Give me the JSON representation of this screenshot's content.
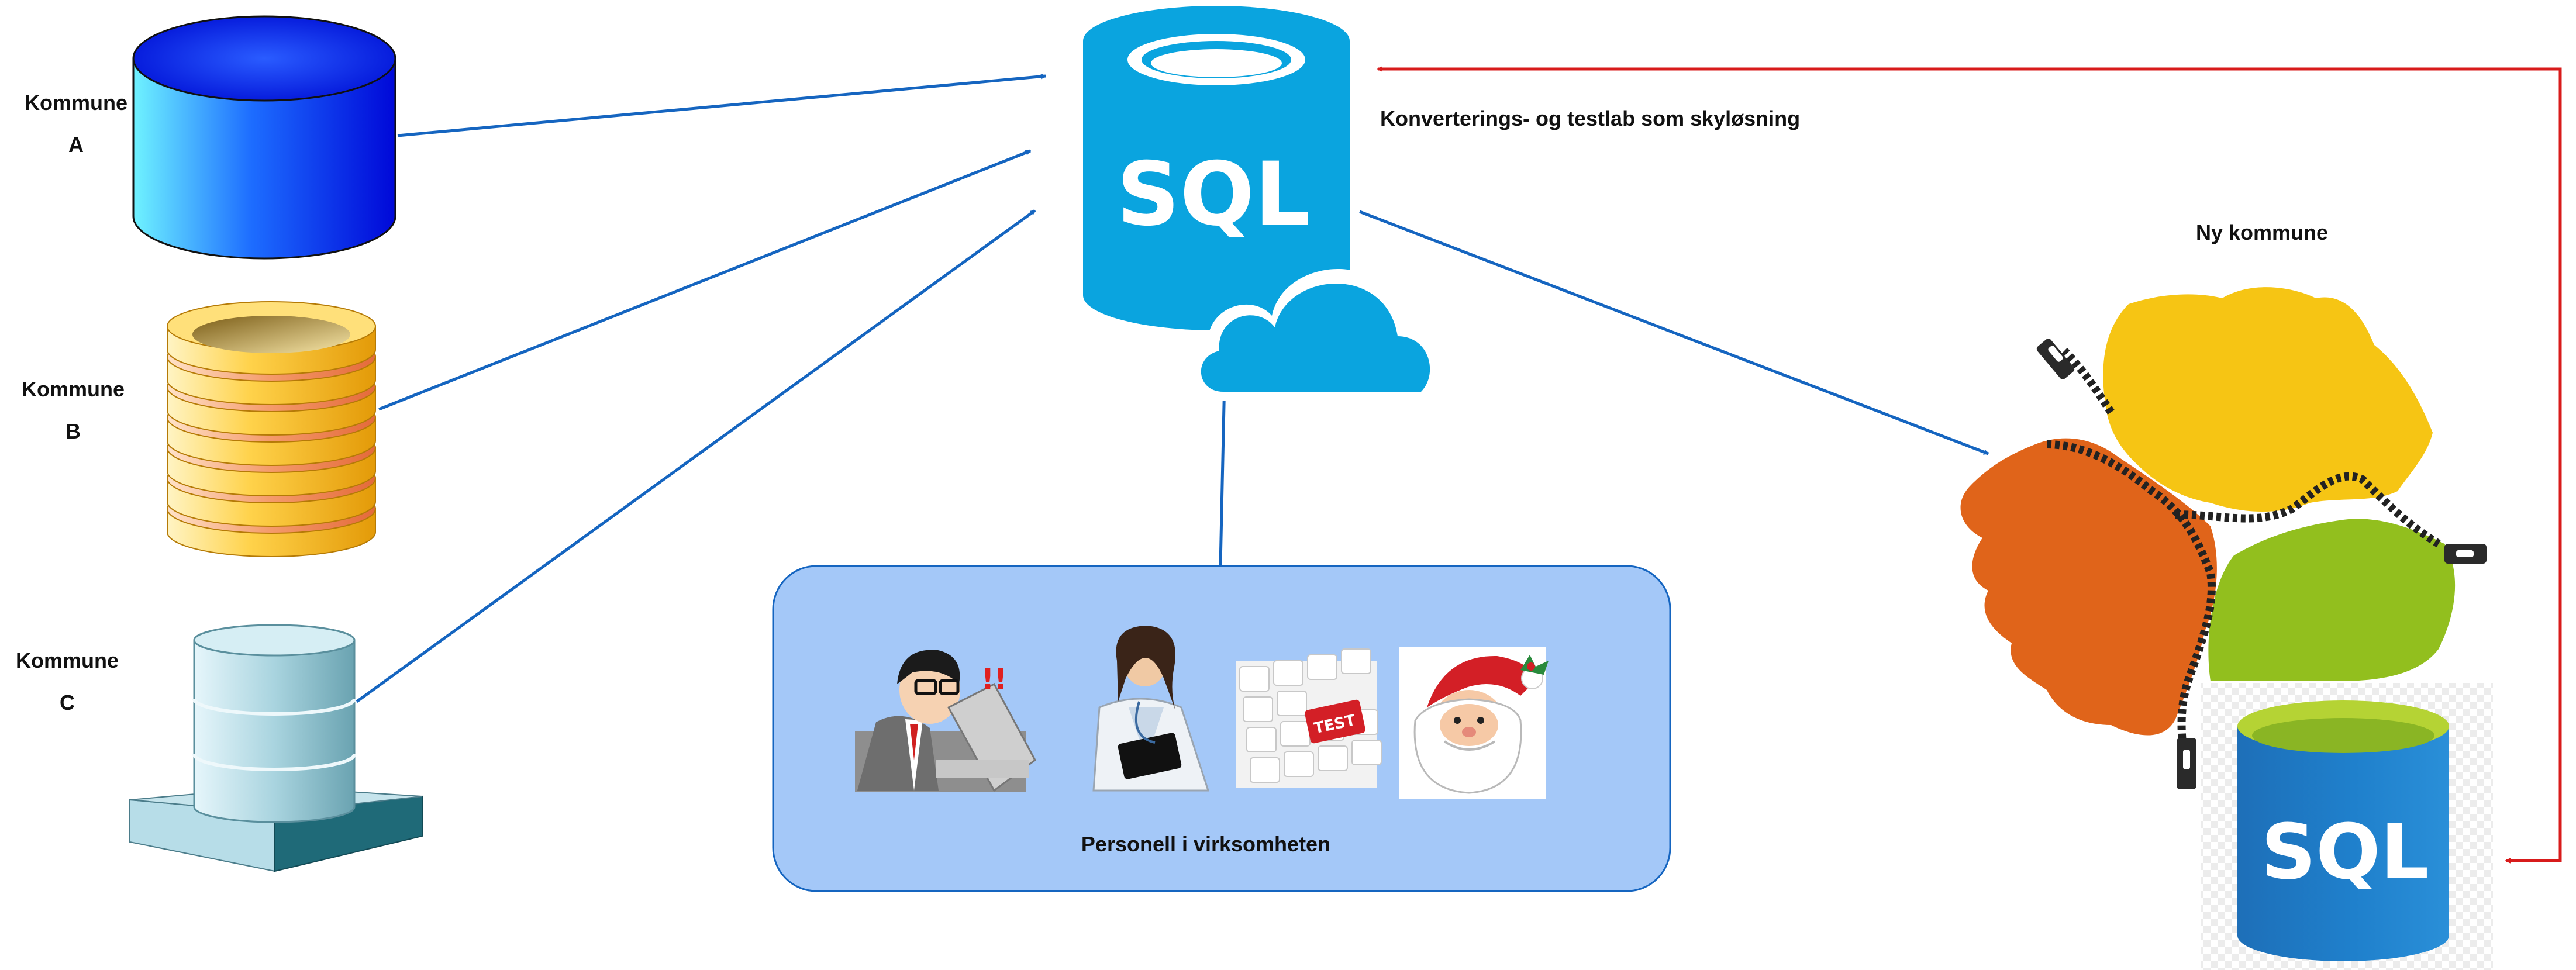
{
  "labels": {
    "kommune_a": {
      "word": "Kommune",
      "letter": "A"
    },
    "kommune_b": {
      "word": "Kommune",
      "letter": "B"
    },
    "kommune_c": {
      "word": "Kommune",
      "letter": "C"
    },
    "lab_caption": "Konverterings- og testlab som skyløsning",
    "new_municipality": "Ny kommune",
    "staff_caption": "Personell i virksomheten",
    "sql_text_main": "SQL",
    "sql_text_new": "SQL",
    "test_key": "TEST",
    "exclaim": "!!"
  },
  "colors": {
    "arrow_blue": "#1565c0",
    "arrow_red": "#d81b1b",
    "sql_cloud": "#0aa4df",
    "staff_box": "#a4c8f8",
    "map_orange": "#e0641a",
    "map_yellow": "#f6c514",
    "map_green": "#92bf1e",
    "sql_new_blue": "#1f80cc",
    "sql_new_top": "#b5d334"
  },
  "icons": [
    "database-cylinder-blue",
    "coin-stack-gold",
    "server-stack-glass",
    "sql-cloud-icon",
    "municipality-map-zipper",
    "sql-database-icon",
    "worker-laptop-icon",
    "doctor-icon",
    "keyboard-test-icon",
    "santa-icon"
  ]
}
